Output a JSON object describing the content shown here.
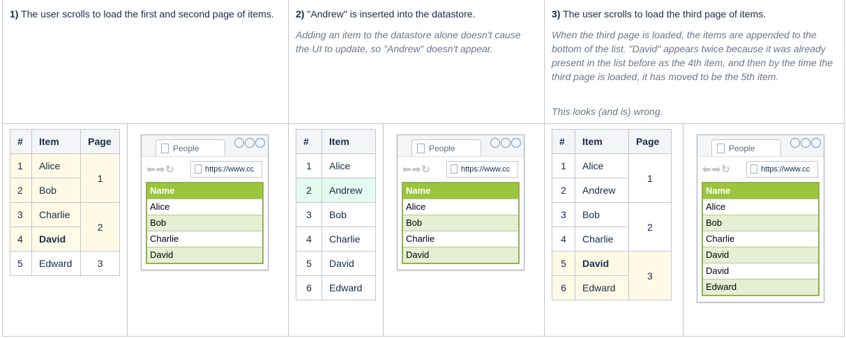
{
  "steps": [
    {
      "title_num": "1)",
      "title": " The user scrolls to load the first and second page of items.",
      "notes": [],
      "table": {
        "headers": [
          "#",
          "Item",
          "Page"
        ],
        "rows": [
          [
            "1",
            "Alice"
          ],
          [
            "2",
            "Bob"
          ],
          [
            "3",
            "Charlie"
          ],
          [
            "4",
            "David"
          ],
          [
            "5",
            "Edward"
          ]
        ],
        "pages": [
          "1",
          "2",
          "3"
        ]
      },
      "browser": {
        "tab": "People",
        "url": "https://www.cc",
        "list_header": "Name",
        "items": [
          "Alice",
          "Bob",
          "Charlie",
          "David"
        ]
      }
    },
    {
      "title_num": "2)",
      "title": " \"Andrew\" is inserted into the datastore.",
      "notes": [
        "Adding an item to the datastore alone doesn't cause the UI to update, so \"Andrew\" doesn't appear."
      ],
      "table": {
        "headers": [
          "#",
          "Item"
        ],
        "rows": [
          [
            "1",
            "Alice"
          ],
          [
            "2",
            "Andrew"
          ],
          [
            "3",
            "Bob"
          ],
          [
            "4",
            "Charlie"
          ],
          [
            "5",
            "David"
          ],
          [
            "6",
            "Edward"
          ]
        ]
      },
      "browser": {
        "tab": "People",
        "url": "https://www.cc",
        "list_header": "Name",
        "items": [
          "Alice",
          "Bob",
          "Charlie",
          "David"
        ]
      }
    },
    {
      "title_num": "3)",
      "title": " The user scrolls to load the third page of items.",
      "notes": [
        "When the third page is loaded, the items are appended to the bottom of the list. \"David\" appears twice because it was already present in the list before as the 4th item, and then by the time the third page is loaded, it has moved to be the 5th item.",
        "This looks (and is) wrong."
      ],
      "table": {
        "headers": [
          "#",
          "Item",
          "Page"
        ],
        "rows": [
          [
            "1",
            "Alice"
          ],
          [
            "2",
            "Andrew"
          ],
          [
            "3",
            "Bob"
          ],
          [
            "4",
            "Charlie"
          ],
          [
            "5",
            "David"
          ],
          [
            "6",
            "Edward"
          ]
        ],
        "pages": [
          "1",
          "2",
          "3"
        ]
      },
      "browser": {
        "tab": "People",
        "url": "https://www.cc",
        "list_header": "Name",
        "items": [
          "Alice",
          "Bob",
          "Charlie",
          "David",
          "David",
          "Edward"
        ]
      }
    }
  ]
}
